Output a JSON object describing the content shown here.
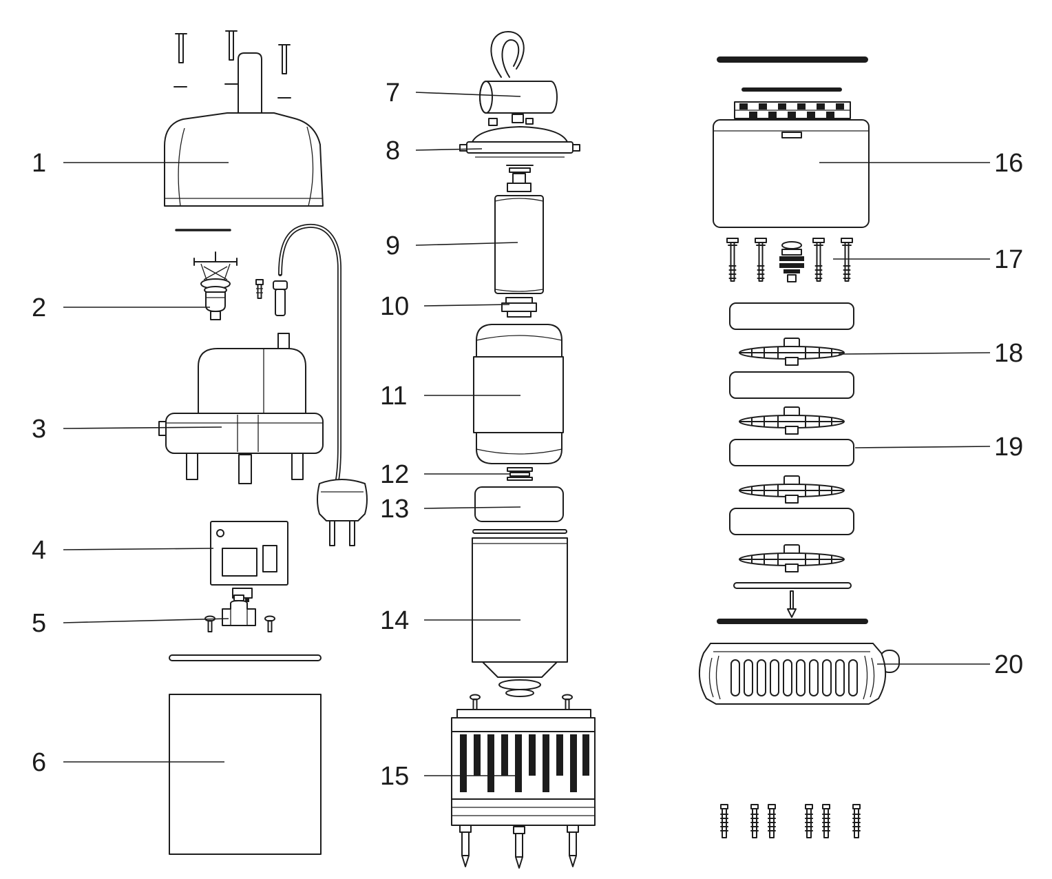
{
  "figure": {
    "type": "exploded-parts-diagram",
    "description_visible_text_only": true,
    "callouts": [
      "1",
      "2",
      "3",
      "4",
      "5",
      "6",
      "7",
      "8",
      "9",
      "10",
      "11",
      "12",
      "13",
      "14",
      "15",
      "16",
      "17",
      "18",
      "19",
      "20"
    ],
    "colors": {
      "background": "#ffffff",
      "line": "#1c1c1c"
    }
  }
}
